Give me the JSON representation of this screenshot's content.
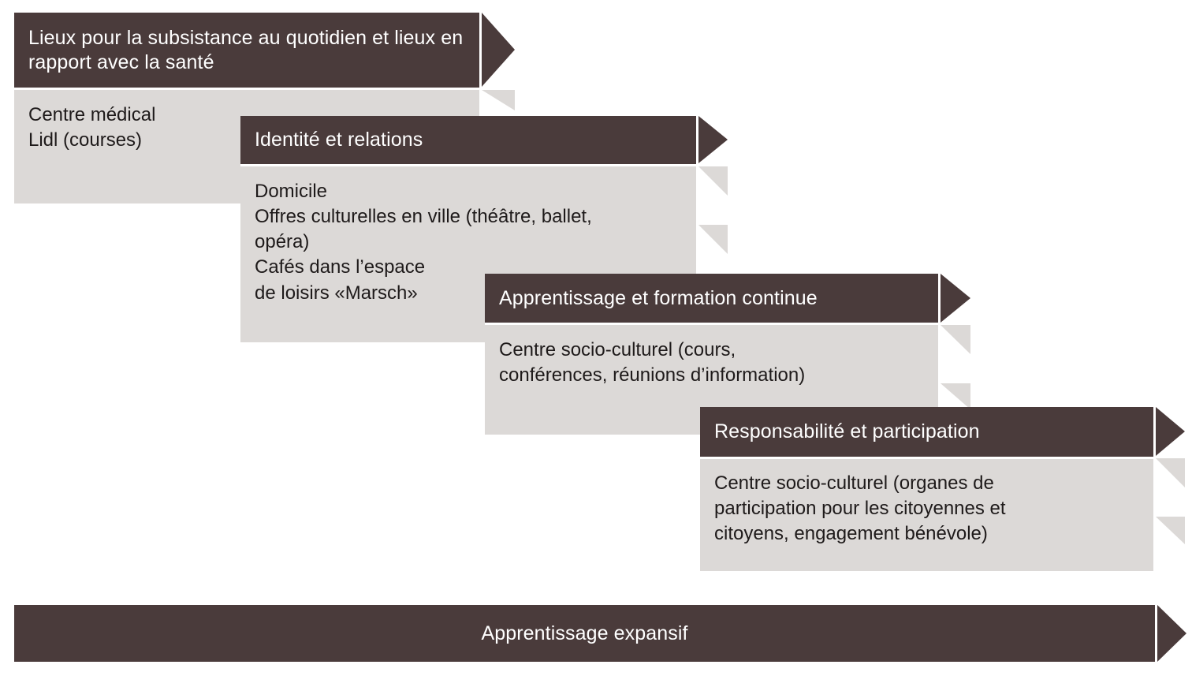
{
  "diagram": {
    "title": "Apprentissage expansif",
    "type": "staircase-chevron-diagram",
    "colors": {
      "header_dark": "#4a3b3b",
      "body_light": "#dcd9d7",
      "header_text": "#ffffff",
      "body_text": "#1e1a1a",
      "background": "#ffffff"
    },
    "steps": [
      {
        "id": "step-1",
        "header": "Lieux pour la subsistance au quotidien et lieux en rapport avec la santé",
        "items": [
          "Centre médical",
          "Lidl (courses)"
        ],
        "body_text": "Centre médical\nLidl (courses)"
      },
      {
        "id": "step-2",
        "header": "Identité et relations",
        "items": [
          "Domicile",
          "Offres culturelles en ville (théâtre, ballet, opéra)",
          "Cafés dans l’espace de loisirs «Marsch»"
        ],
        "body_text": "Domicile\nOffres culturelles en ville (théâtre, ballet,\nopéra)\nCafés dans l’espace\nde loisirs «Marsch»"
      },
      {
        "id": "step-3",
        "header": "Apprentissage et formation continue",
        "items": [
          "Centre socio-culturel (cours, conférences, réunions d’information)"
        ],
        "body_text": "Centre socio-culturel (cours,\nconférences, réunions d’information)"
      },
      {
        "id": "step-4",
        "header": "Responsabilité et participation",
        "items": [
          "Centre socio-culturel (organes de participation pour les citoyennes et citoyens, engagement bénévole)"
        ],
        "body_text": "Centre socio-culturel (organes de\nparticipation pour les citoyennes et\ncitoyens, engagement bénévole)"
      }
    ],
    "banner": {
      "label": "Apprentissage expansif"
    }
  }
}
